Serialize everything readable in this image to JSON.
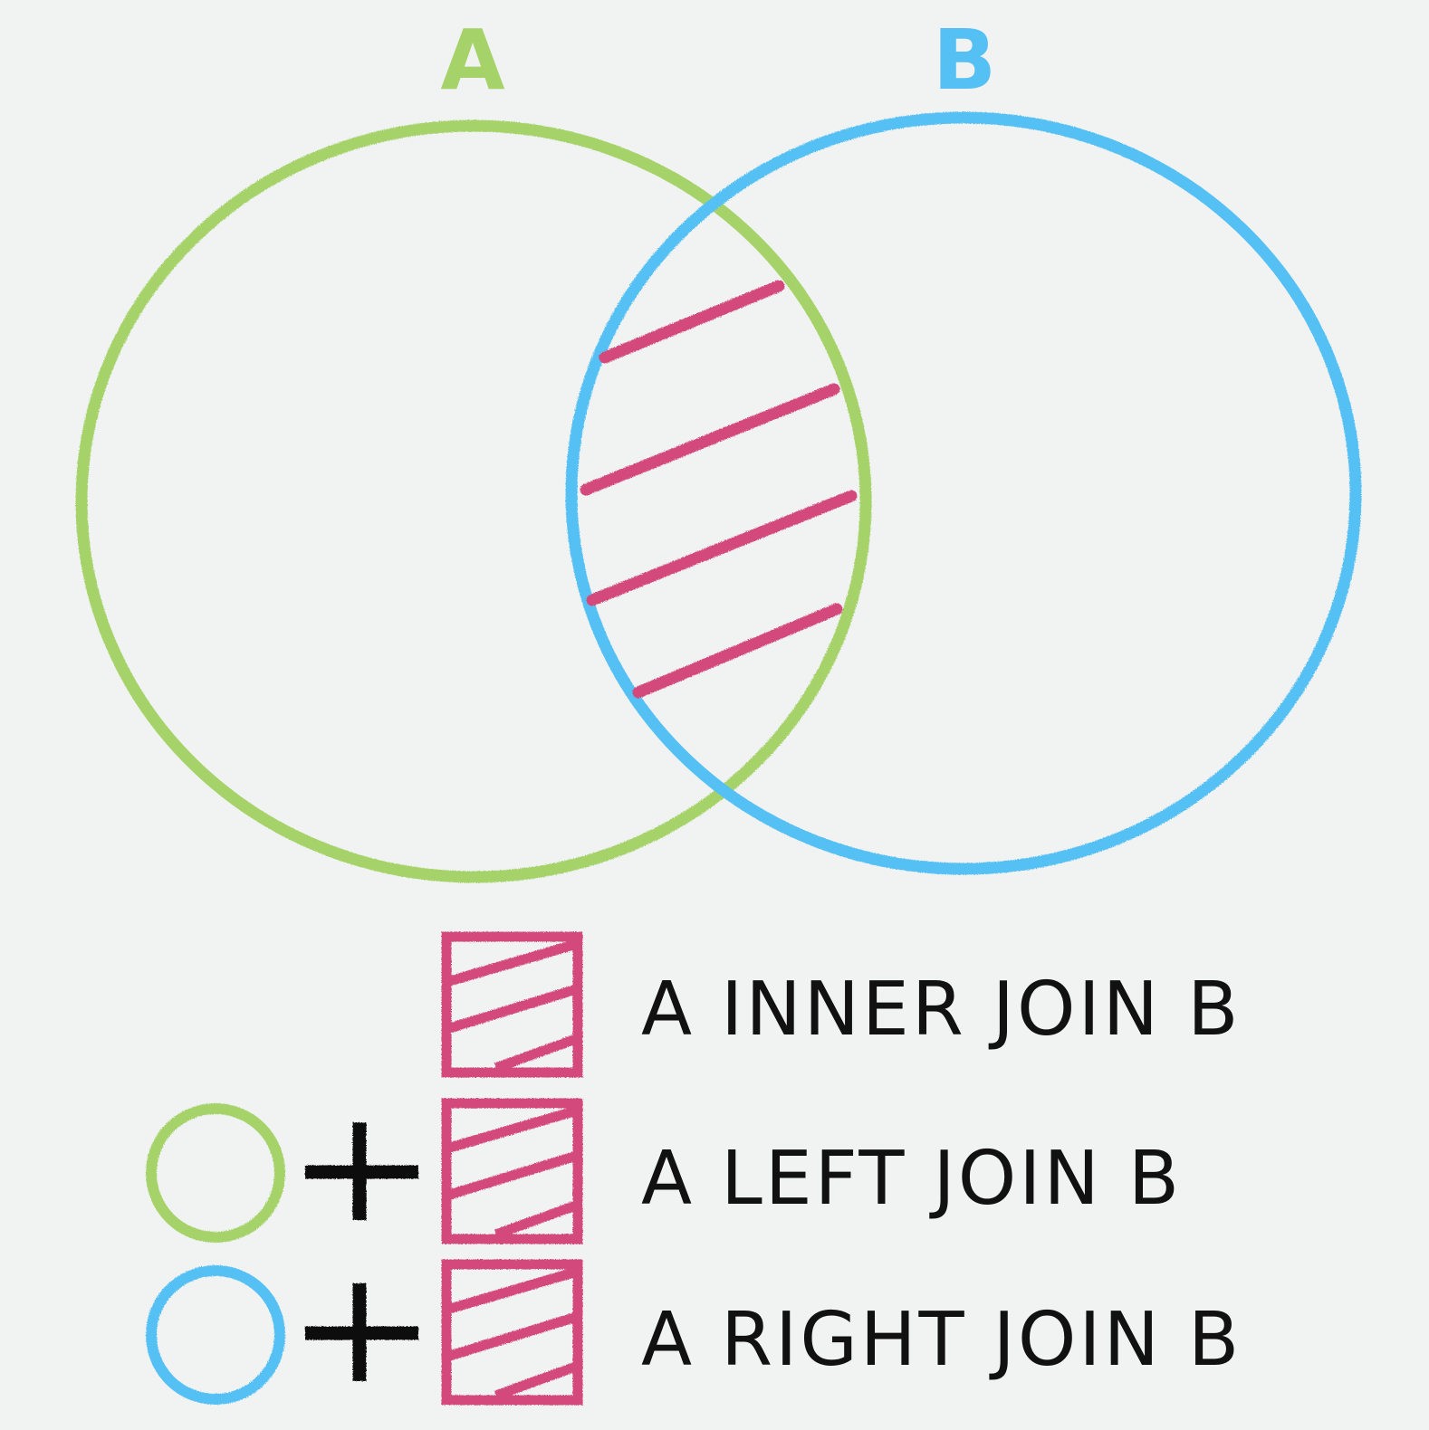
{
  "sets": {
    "a": {
      "label": "A",
      "color": "#a5d36a"
    },
    "b": {
      "label": "B",
      "color": "#55c0f3"
    }
  },
  "intersection": {
    "color": "#d4487c"
  },
  "legend": {
    "items": [
      {
        "text": "A INNER JOIN B",
        "prefix": "none"
      },
      {
        "text": "A LEFT JOIN B",
        "prefix": "a"
      },
      {
        "text": "A RIGHT JOIN B",
        "prefix": "b"
      }
    ],
    "plus_symbol": "+",
    "plus_color": "#111111"
  }
}
